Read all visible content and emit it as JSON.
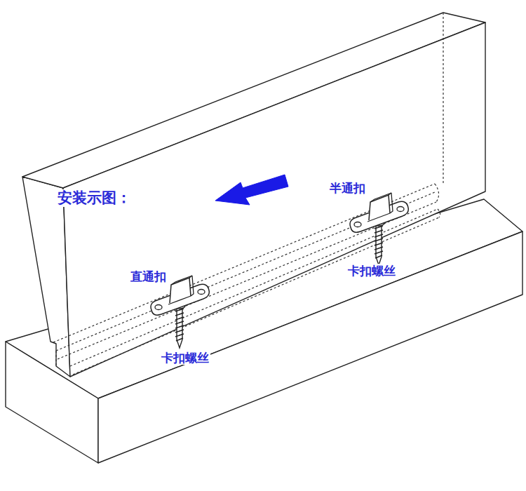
{
  "diagram": {
    "title": "安装示图：",
    "labels": [
      "半通扣",
      "卡扣螺丝",
      "直通扣",
      "卡扣螺丝"
    ]
  }
}
